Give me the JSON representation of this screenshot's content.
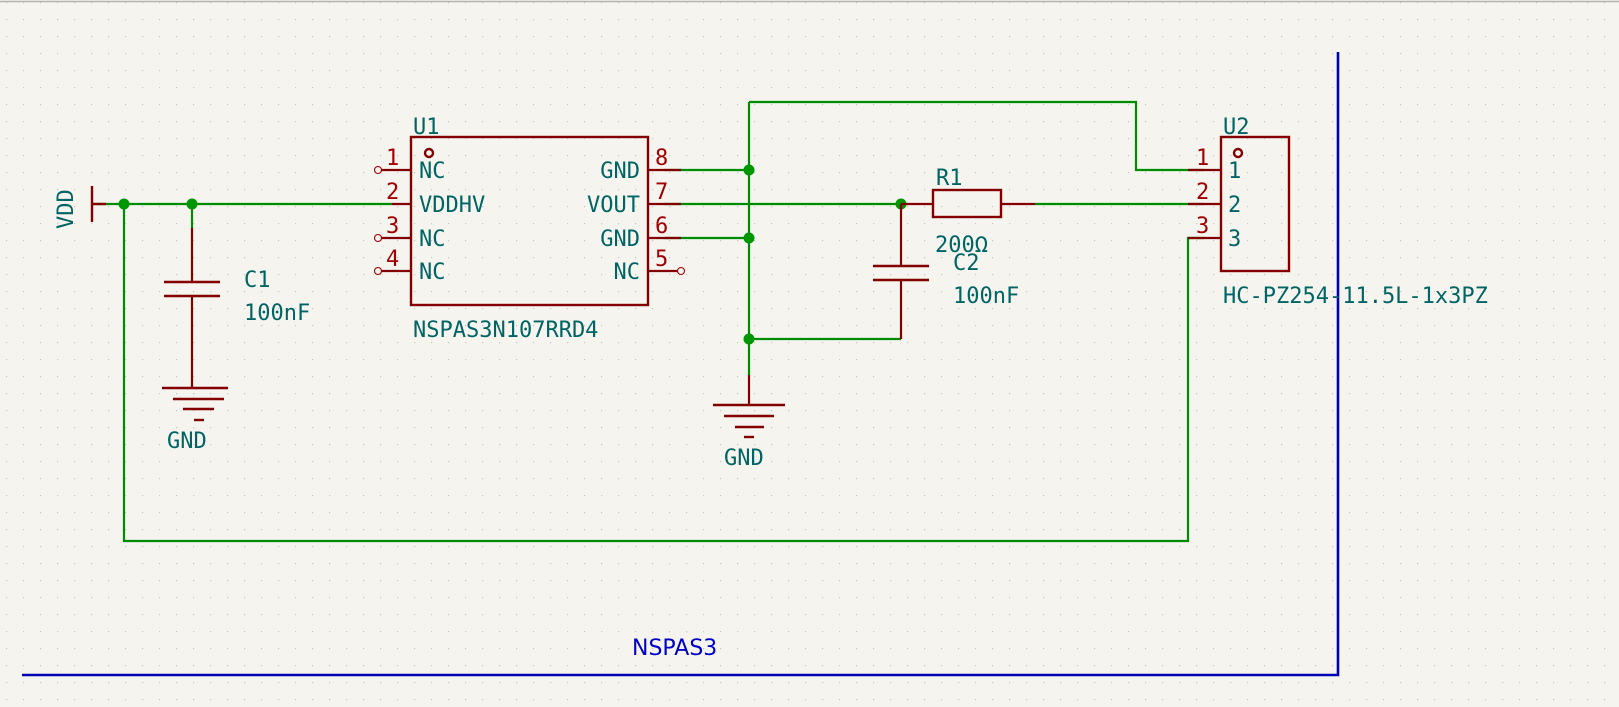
{
  "sheet": {
    "title": "NSPAS3",
    "colors": {
      "background": "#f5f4ef",
      "wire": "#008c00",
      "junction": "#009600",
      "symbol_body": "#840000",
      "pin_number": "#a00000",
      "field_text": "#006464",
      "sheet_frame": "#0000b4"
    }
  },
  "power": {
    "vdd": {
      "label": "VDD"
    },
    "gnd1": {
      "label": "GND"
    },
    "gnd2": {
      "label": "GND"
    }
  },
  "components": {
    "c1": {
      "ref": "C1",
      "value": "100nF",
      "type": "capacitor"
    },
    "c2": {
      "ref": "C2",
      "value": "100nF",
      "type": "capacitor"
    },
    "r1": {
      "ref": "R1",
      "value": "200Ω",
      "type": "resistor"
    },
    "u1": {
      "ref": "U1",
      "value": "NSPAS3N107RRD4",
      "pins": [
        {
          "num": "1",
          "name": "NC"
        },
        {
          "num": "2",
          "name": "VDDHV"
        },
        {
          "num": "3",
          "name": "NC"
        },
        {
          "num": "4",
          "name": "NC"
        },
        {
          "num": "5",
          "name": "NC"
        },
        {
          "num": "6",
          "name": "GND"
        },
        {
          "num": "7",
          "name": "VOUT"
        },
        {
          "num": "8",
          "name": "GND"
        }
      ]
    },
    "u2": {
      "ref": "U2",
      "value": "HC-PZ254-11.5L-1x3PZ",
      "pins": [
        {
          "num": "1",
          "name": "1"
        },
        {
          "num": "2",
          "name": "2"
        },
        {
          "num": "3",
          "name": "3"
        }
      ]
    }
  }
}
